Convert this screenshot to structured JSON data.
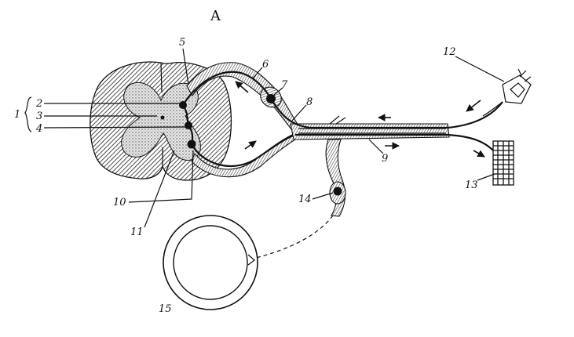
{
  "figure": {
    "title": "A",
    "group_label": "1",
    "labels": {
      "n2": "2",
      "n3": "3",
      "n4": "4",
      "n5": "5",
      "n6": "6",
      "n7": "7",
      "n8": "8",
      "n9": "9",
      "n10": "10",
      "n11": "11",
      "n12": "12",
      "n13": "13",
      "n14": "14",
      "n15": "15"
    }
  }
}
